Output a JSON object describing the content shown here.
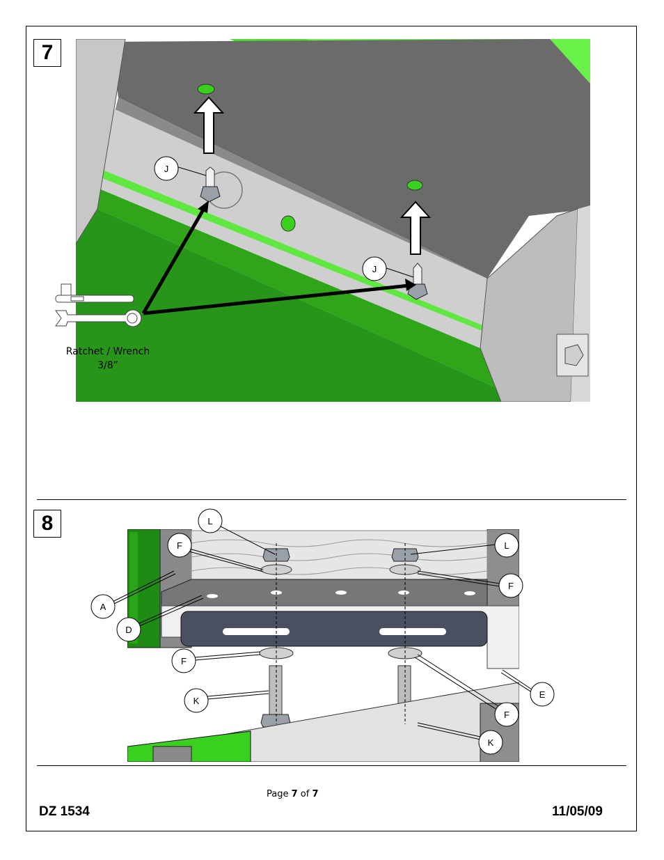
{
  "steps": [
    {
      "number": "7"
    },
    {
      "number": "8"
    }
  ],
  "figure7": {
    "callouts": [
      "J",
      "J"
    ],
    "tool_label_line1": "Ratchet / Wrench",
    "tool_label_line2": "3/8”",
    "icons": [
      "ratchet-icon",
      "wrench-icon"
    ]
  },
  "figure8": {
    "callouts": [
      "L",
      "L",
      "F",
      "F",
      "A",
      "D",
      "F",
      "F",
      "E",
      "K",
      "K"
    ]
  },
  "footer": {
    "page_prefix": "Page ",
    "page_current": "7",
    "page_of": " of ",
    "page_total": "7",
    "doc_id": "DZ 1534",
    "date": "11/05/09"
  },
  "colors": {
    "green": "#3ad01f",
    "dark_green": "#1e7a12",
    "steel_light": "#d4d4d4",
    "steel_dark": "#6e6e6e"
  }
}
